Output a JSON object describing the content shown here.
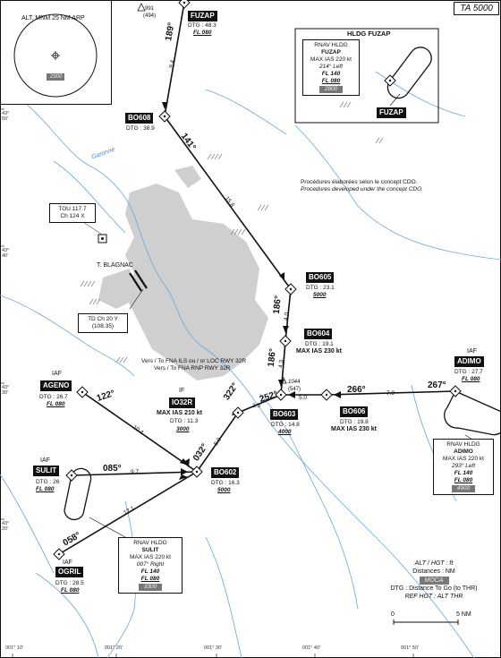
{
  "chart_id": "TA 5000",
  "msa": {
    "label": "ALT. MNM 25 NM ARP",
    "value": "2900"
  },
  "hldg_title": "HLDG FUZAP",
  "cdo_note": {
    "fr": "Procédures élaborées selon le concept CDO.",
    "en": "Procedures developed under the concept CDO."
  },
  "obstacle": {
    "alt": "991",
    "hgt": "(494)"
  },
  "tou": {
    "line1": "TOU 117.7",
    "line2": "Ch 124 X"
  },
  "blagnac": "T. BLAGNAC",
  "td": {
    "line1": "TD Ch 20 Y",
    "line2": "(108.35)"
  },
  "river": "Garonne",
  "vers": {
    "line1": "Vers / To FNA ILS ou / or LOC RWY 32R",
    "line2": "Vers / To FNA RNP RWY 32R"
  },
  "if_label": "IF",
  "iaf_label": "IAF",
  "waypoints": {
    "fuzap": {
      "name": "FUZAP",
      "dtg": "DTG : 48.3",
      "alt": "FL 080"
    },
    "bo608": {
      "name": "BO608",
      "dtg": "DTG : 38.9"
    },
    "bo605": {
      "name": "BO605",
      "dtg": "DTG : 23.1",
      "alt": "5000"
    },
    "bo604": {
      "name": "BO604",
      "dtg": "DTG : 19.1",
      "speed": "MAX IAS 230 kt"
    },
    "bo603": {
      "name": "BO603",
      "dtg": "DTG : 14.8",
      "alt": "4000"
    },
    "bo606": {
      "name": "BO606",
      "dtg": "DTG : 19.8",
      "speed": "MAX IAS 230 kt"
    },
    "adimo": {
      "name": "ADIMO",
      "dtg": "DTG : 27.7",
      "alt": "FL 080"
    },
    "io32r": {
      "name": "IO32R",
      "speed": "MAX IAS 210 kt",
      "dtg": "DTG : 11.3",
      "alt": "3000"
    },
    "bo602": {
      "name": "BO602",
      "dtg": "DTG : 16.3",
      "alt": "5000"
    },
    "ageno": {
      "name": "AGENO",
      "dtg": "DTG : 26.7",
      "alt": "FL 080"
    },
    "sulit": {
      "name": "SULIT",
      "dtg": "DTG : 26",
      "alt": "FL 080"
    },
    "ogril": {
      "name": "OGRIL",
      "dtg": "DTG : 28.5",
      "alt": "FL 080"
    }
  },
  "mag_obs": {
    "alt": "1044",
    "hgt": "(547)"
  },
  "tracks": {
    "t189": "189°",
    "t141": "141°",
    "t186a": "186°",
    "t186b": "186°",
    "t252": "252°",
    "t266": "266°",
    "t267": "267°",
    "t322": "322°",
    "t032": "032°",
    "t122": "122°",
    "t085": "085°",
    "t058": "058°"
  },
  "distances": {
    "d94": "9.4",
    "d158": "15.8",
    "d40": "4.0",
    "d43": "4.3",
    "d35": "3.5",
    "d50a": "5.0",
    "d79": "7.9",
    "d104": "10.4",
    "d50b": "5.0",
    "d97": "9.7",
    "d121": "12.1"
  },
  "holdings": {
    "fuzap": {
      "title": "RNAV HLDG",
      "name": "FUZAP",
      "speed": "MAX IAS 220 kt",
      "turn": "214° Left",
      "fl1": "FL 140",
      "fl2": "FL 080",
      "moca": "2800"
    },
    "adimo": {
      "title": "RNAV HLDG",
      "name": "ADIMO",
      "speed": "MAX IAS 220 kt",
      "turn": "293° Left",
      "fl1": "FL 140",
      "fl2": "FL 080",
      "moca": "4900"
    },
    "sulit": {
      "title": "RNAV HLDG",
      "name": "SULIT",
      "speed": "MAX IAS 220 kt",
      "turn": "007° Right",
      "fl1": "FL 140",
      "fl2": "FL 080",
      "moca": "3300"
    }
  },
  "legend": {
    "alt": "ALT / HGT : ft",
    "dist": "Distances : NM",
    "moca": "MOCA",
    "dtg": "DTG : Distance To Go (to THR)",
    "ref": "REF HGT : ALT THR",
    "scale0": "0",
    "scale5": "5 NM"
  },
  "grid": {
    "lon1": "001° 10'",
    "lon2": "001° 20'",
    "lon3": "001° 30'",
    "lon4": "001° 40'",
    "lon5": "001° 50'",
    "lat50": "43° 50'",
    "lat40": "43° 40'",
    "lat30": "43° 30'",
    "lat20": "43° 20'"
  },
  "colors": {
    "ink": "#111111",
    "river": "#6aa6d8",
    "city": "#cfcfcf",
    "moca": "#777777"
  }
}
